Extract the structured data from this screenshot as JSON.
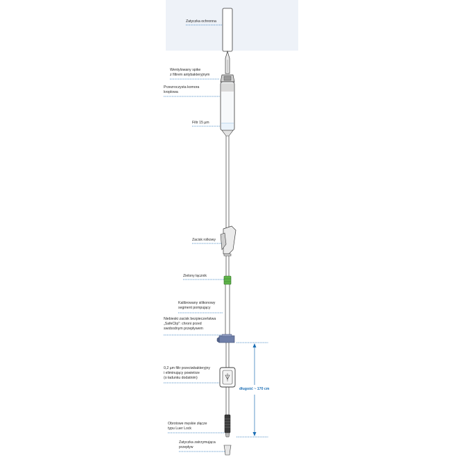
{
  "labels": {
    "cap": "Zatyczka ochronna",
    "spike": "Wentylowany spike\nz filtrem antybakteryjnym",
    "chamber": "Przezroczysta komora\nkroplowa",
    "filter": "Filtr 15 µm",
    "roller": "Zacisk rolkowy",
    "connector": "Zielony łącznik",
    "segment": "Kalibrowany silikonowy\nsegment pompujący",
    "safeclip": "Niebieski zacisk bezpieczeństwa\n„SafeClip\": chroni przed\nswobodnym przepływem",
    "bacterial_filter": "0,2 µm filtr przeciwbakteryjny\ni eliminujący powietrze\n(o ładunku dodatnim)",
    "luer": "Obrotowe męskie złącze\ntypu Luer Lock",
    "stop_cap": "Zatyczka zatrzymująca\nprzepływ"
  },
  "dimension": {
    "text": "długość ~ 170 cm"
  },
  "colors": {
    "panel": "#eef2f8",
    "leader": "#1c6fb5",
    "green": "#5fb34a",
    "blue_clip": "#6f7fa8",
    "outline": "#3a3a3a"
  }
}
